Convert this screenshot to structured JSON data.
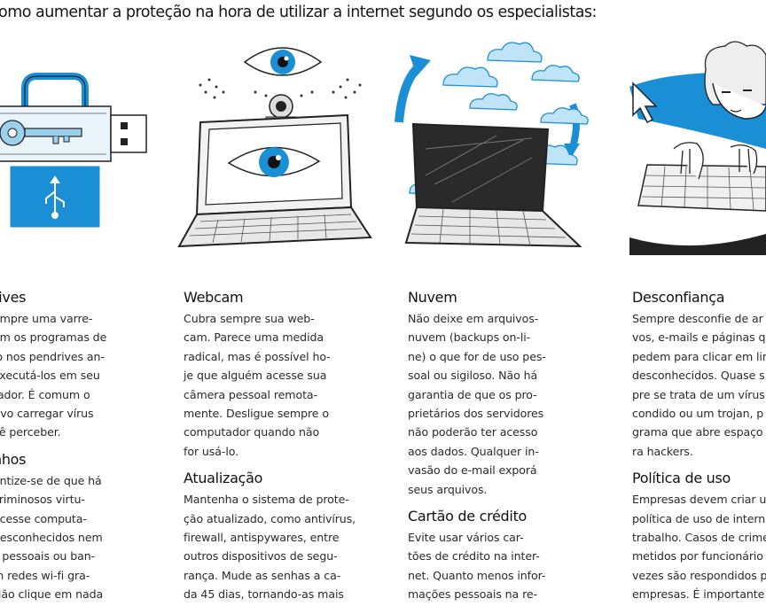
{
  "headline": "omo aumentar a proteção na hora de utilizar a internet segundo os especialistas:",
  "sections": [
    {
      "heading": "rives",
      "body": "empre uma varre-\nom os programas de\nio nos pendrives an-\nexecutá-los em seu\ntador. É comum o\ntivo carregar vírus\ncê perceber."
    },
    {
      "heading": "nhos",
      "body": "entize-se de que há\ncriminosos virtu-\nacesse computa-\ndesconhecidos nem\ns pessoais ou ban-\nm redes wi-fi gra-\nNão clique em nada"
    },
    {
      "heading": "Webcam",
      "body": "Cubra sempre sua web-\ncam. Parece uma medida\nradical, mas é possível ho-\nje que alguém acesse sua\ncâmera pessoal remota-\nmente. Desligue sempre o\ncomputador quando não\nfor usá-lo."
    },
    {
      "heading": "Atualização",
      "body": "Mantenha o sistema de prote-\nção atualizado, como antivírus,\nfirewall, antispywares, entre\noutros dispositivos de segu-\nrança. Mude as senhas a ca-\nda 45 dias, tornando-as mais"
    },
    {
      "heading": "Nuvem",
      "body": "Não deixe em arquivos-\nnuvem (backups on-li-\nne) o que for de uso pes-\nsoal ou sigiloso. Não há\ngarantia de que os pro-\nprietários dos servidores\nnão poderão ter acesso\naos dados. Qualquer in-\nvasão do e-mail exporá\nseus arquivos."
    },
    {
      "heading": "Cartão de crédito",
      "body": "Evite usar vários car-\ntões de crédito na inter-\nnet. Quanto menos infor-\nmações pessoais na re-"
    },
    {
      "heading": "Desconfiança",
      "body": "Sempre desconfie de ar\nvos, e-mails e páginas q\npedem para clicar em lin\ndesconhecidos. Quase s\npre se trata de um vírus\ncondido ou um trojan, p\ngrama que abre espaço\nra hackers."
    },
    {
      "heading": "Política de uso",
      "body": "Empresas devem criar u\npolítica de uso de intern\ntrabalho. Casos de crime\nmetidos por funcionário\nvezes são respondidos p\nempresas. É importante"
    }
  ],
  "colors": {
    "accent": "#1a8fd6",
    "ink": "#1f1f1f"
  },
  "icons": [
    "usb-key-lock-illustration",
    "webcam-laptop-eye-illustration",
    "cloud-laptop-illustration",
    "hacker-keyboard-cursor-illustration"
  ]
}
